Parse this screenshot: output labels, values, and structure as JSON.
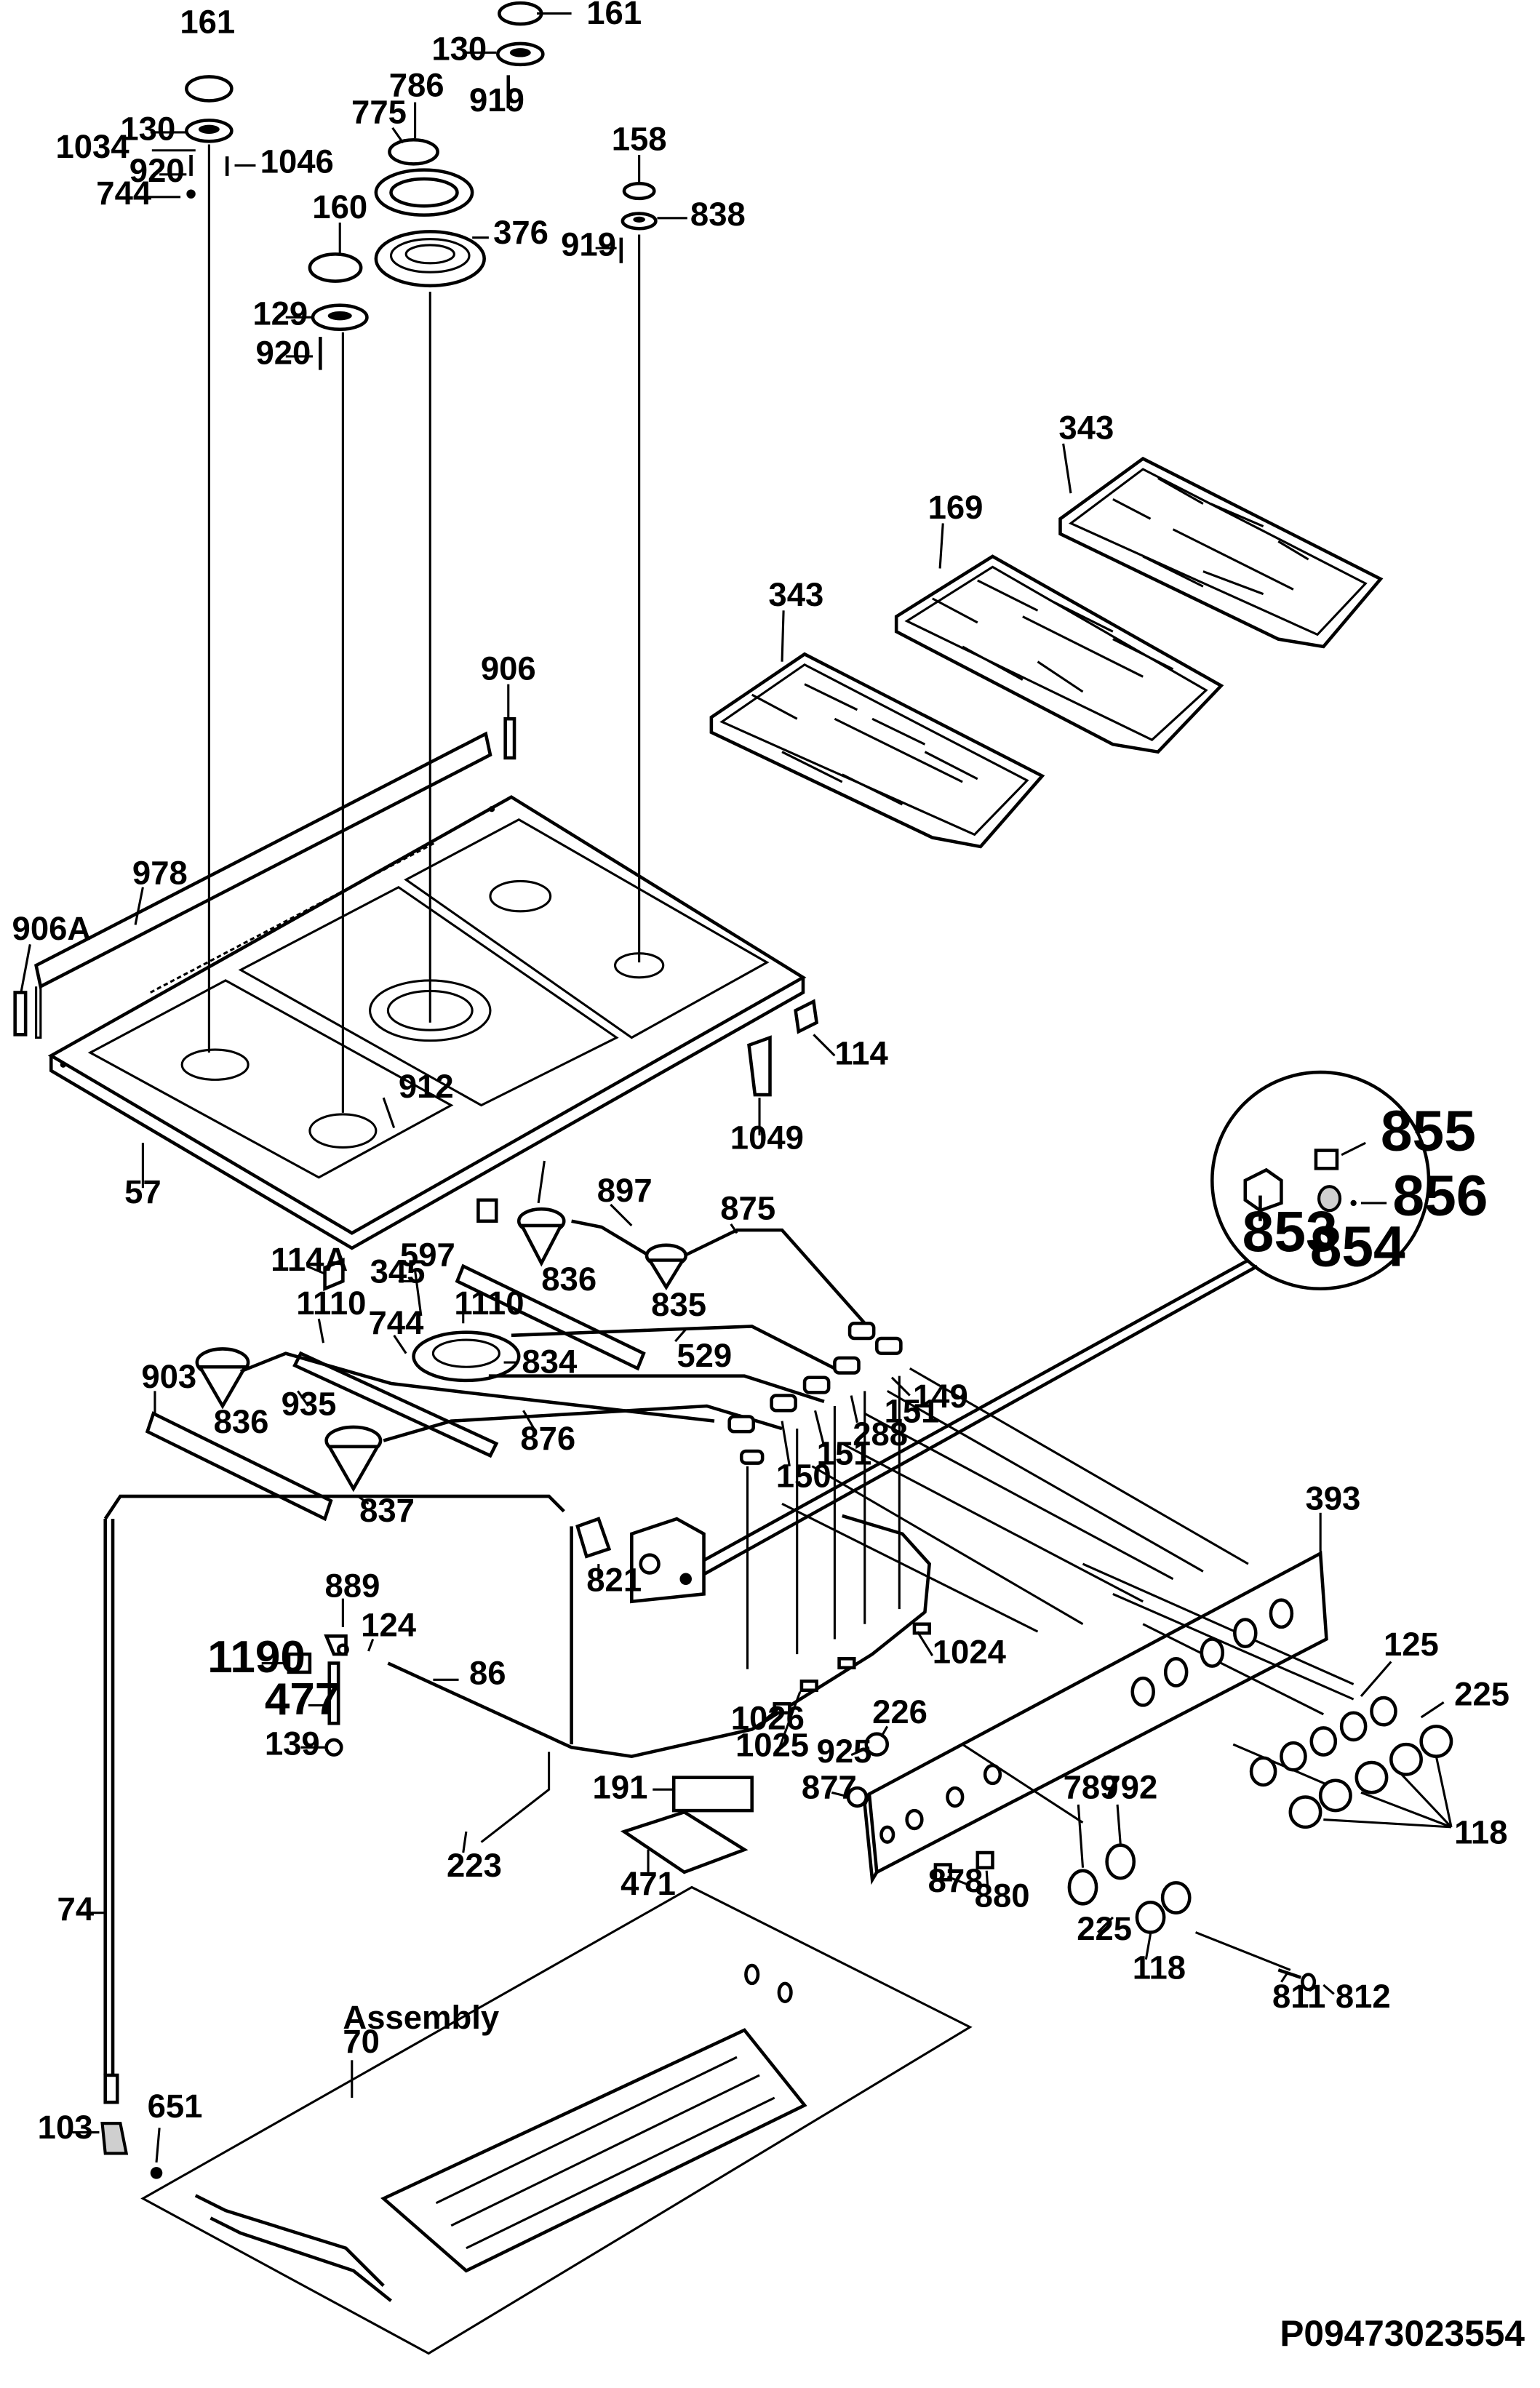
{
  "diagram": {
    "reference_code": "P09473023554",
    "assembly_label": "Assembly",
    "detail_callouts": [
      "855",
      "856",
      "853",
      "854"
    ],
    "part_labels": {
      "p161a": "161",
      "p161b": "161",
      "p130a": "130",
      "p130b": "130",
      "p919a": "919",
      "p919b": "919",
      "p786": "786",
      "p775": "775",
      "p376": "376",
      "p158": "158",
      "p838": "838",
      "p1034": "1034",
      "p1046": "1046",
      "p920a": "920",
      "p920b": "920",
      "p744a": "744",
      "p744b": "744",
      "p160": "160",
      "p129": "129",
      "p343a": "343",
      "p343b": "343",
      "p169": "169",
      "p906": "906",
      "p906a": "906A",
      "p978": "978",
      "p912": "912",
      "p57": "57",
      "p114": "114",
      "p1049": "1049",
      "p114a": "114A",
      "p897": "897",
      "p875": "875",
      "p836a": "836",
      "p836b": "836",
      "p835": "835",
      "p597": "597",
      "p345": "345",
      "p1110a": "1110",
      "p1110b": "1110",
      "p834": "834",
      "p529": "529",
      "p149": "149",
      "p151a": "151",
      "p151b": "151",
      "p288": "288",
      "p150": "150",
      "p903": "903",
      "p935": "935",
      "p876": "876",
      "p837": "837",
      "p393": "393",
      "p821": "821",
      "p889": "889",
      "p124": "124",
      "p86": "86",
      "p1190": "1190",
      "p477": "477",
      "p139": "139",
      "p1024": "1024",
      "p1026": "1026",
      "p1025": "1025",
      "p226": "226",
      "p925": "925",
      "p877": "877",
      "p125": "125",
      "p225a": "225",
      "p225b": "225",
      "p118a": "118",
      "p118b": "118",
      "p191": "191",
      "p471": "471",
      "p789": "789",
      "p792": "792",
      "p878": "878",
      "p880": "880",
      "p223": "223",
      "p74": "74",
      "p70": "70",
      "p811": "811",
      "p812": "812",
      "p103": "103",
      "p651": "651"
    }
  },
  "colors": {
    "ink": "#000000",
    "paper": "#ffffff",
    "shade": "#cfcfcf"
  }
}
